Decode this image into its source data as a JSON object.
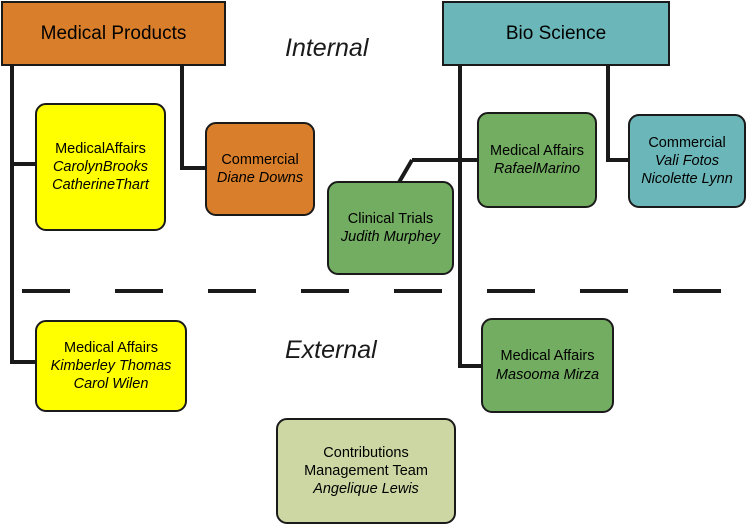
{
  "sections": {
    "internal": "Internal",
    "external": "External"
  },
  "colors": {
    "orange": "#d97f2b",
    "teal": "#6bb6b8",
    "yellow": "#ffff00",
    "green": "#72ad62",
    "sage": "#ccd7a3",
    "line": "#1a1a1a"
  },
  "divisions": {
    "medical_products": "Medical Products",
    "bio_science": "Bio Science"
  },
  "units": {
    "mp_medical_affairs_internal": {
      "title": "MedicalAffairs",
      "names": [
        "CarolynBrooks",
        "CatherineThart"
      ]
    },
    "mp_commercial": {
      "title": "Commercial",
      "names": [
        "Diane Downs"
      ]
    },
    "bs_clinical_trials": {
      "title": "Clinical Trials",
      "names": [
        "Judith Murphey"
      ]
    },
    "bs_medical_affairs_internal": {
      "title": "Medical Affairs",
      "names": [
        "RafaelMarino"
      ]
    },
    "bs_commercial": {
      "title": "Commercial",
      "names": [
        "Vali Fotos",
        "Nicolette Lynn"
      ]
    },
    "mp_medical_affairs_external": {
      "title": "Medical Affairs",
      "names": [
        "Kimberley Thomas",
        "Carol Wilen"
      ]
    },
    "bs_medical_affairs_external": {
      "title": "Medical Affairs",
      "names": [
        "Masooma Mirza"
      ]
    },
    "contributions": {
      "title_lines": [
        "Contributions",
        "Management Team"
      ],
      "names": [
        "Angelique Lewis"
      ]
    }
  }
}
